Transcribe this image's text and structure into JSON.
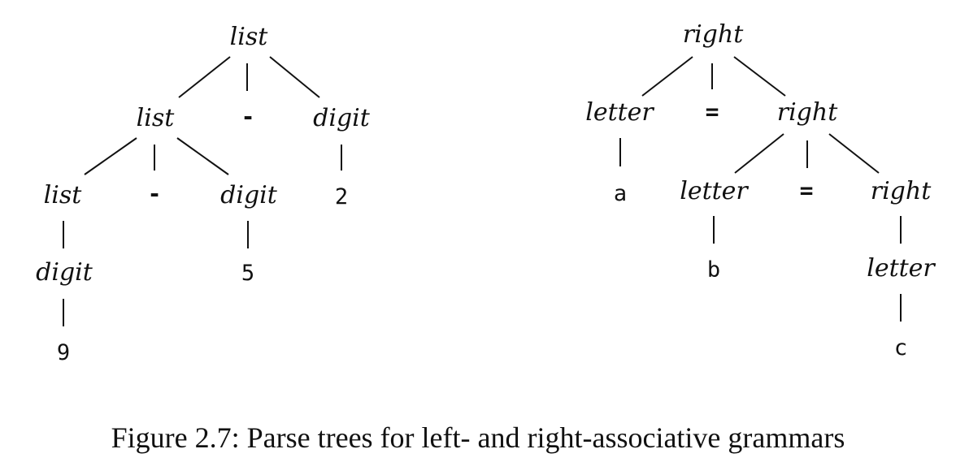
{
  "left_tree": {
    "root": "list",
    "l1_list": "list",
    "l1_minus": "-",
    "l1_digit": "digit",
    "l2_list": "list",
    "l2_minus": "-",
    "l2_digit": "digit",
    "leaf_2": "2",
    "l3_digit": "digit",
    "leaf_5": "5",
    "leaf_9": "9"
  },
  "right_tree": {
    "root": "right",
    "r1_letter": "letter",
    "r1_eq": "=",
    "r1_right": "right",
    "leaf_a": "a",
    "r2_letter": "letter",
    "r2_eq": "=",
    "r2_right": "right",
    "leaf_b": "b",
    "r3_letter": "letter",
    "leaf_c": "c"
  },
  "caption": "Figure 2.7: Parse trees for left- and right-associative grammars"
}
